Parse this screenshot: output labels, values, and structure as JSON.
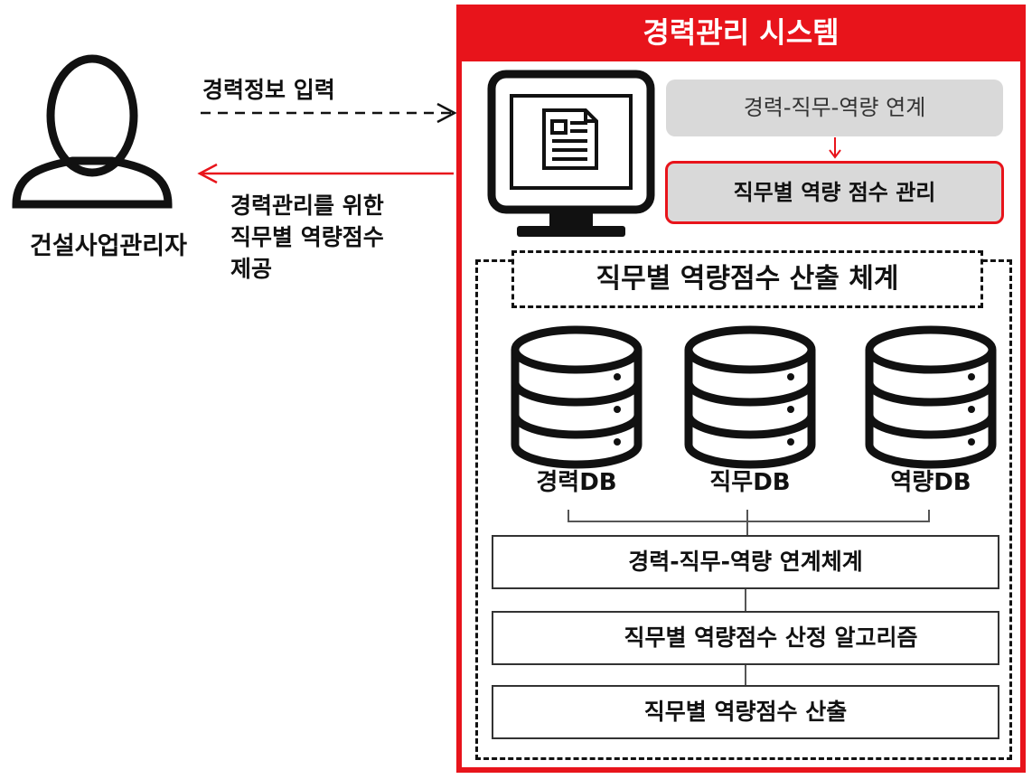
{
  "user": {
    "label": "건설사업관리자"
  },
  "arrows": {
    "input_label": "경력정보 입력",
    "output_lines": [
      "경력관리를 위한",
      "직무별 역량점수",
      "제공"
    ]
  },
  "system": {
    "title": "경력관리 시스템",
    "link_box": "경력-직무-역량 연계",
    "manage_box": "직무별 역량 점수 관리",
    "calc_title": "직무별 역량점수 산출 체계",
    "databases": [
      "경력DB",
      "직무DB",
      "역량DB"
    ],
    "steps": [
      "경력-직무-역량 연계체계",
      "직무별 역량점수 산정 알고리즘",
      "직무별 역량점수 산출"
    ]
  },
  "colors": {
    "accent": "#e8141b",
    "pill": "#d9d9d9"
  },
  "icons": [
    "user-icon",
    "monitor-icon",
    "document-icon",
    "database-icon",
    "gear-icon"
  ]
}
